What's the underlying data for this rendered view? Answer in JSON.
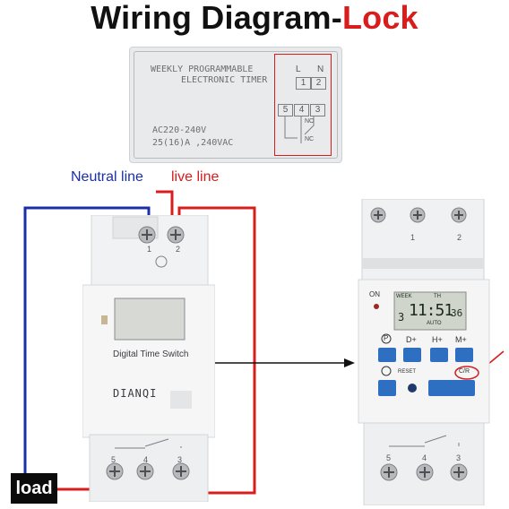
{
  "title": {
    "part1": "Wiring Diagram-",
    "part2": "Lock"
  },
  "plate": {
    "line1": "WEEKLY PROGRAMMABLE",
    "line2": "ELECTRONIC TIMER",
    "rating1": "AC220-240V",
    "rating2": "25(16)A ,240VAC",
    "term_L": "L",
    "term_N": "N",
    "t1": "1",
    "t2": "2",
    "t5": "5",
    "t4": "4",
    "t3": "3",
    "no": "NO",
    "nc": "NC"
  },
  "labels": {
    "neutral": "Neutral line",
    "live": "live line",
    "load": "load"
  },
  "left_device": {
    "term1": "1",
    "term2": "2",
    "name": "Digital Time Switch",
    "brand": "DIANQI",
    "term5": "5",
    "term4": "4",
    "term3": "3"
  },
  "right_device": {
    "term1": "1",
    "term2": "2",
    "on": "ON",
    "week": "WEEK",
    "th": "TH",
    "digit": "3",
    "time": "11:51",
    "sec": "36",
    "auto": "AUTO",
    "btn_p": "P",
    "btn_d": "D+",
    "btn_h": "H+",
    "btn_m": "M+",
    "reset": "RESET",
    "cr": "C/R",
    "term5": "5",
    "term4": "4",
    "term3": "3"
  },
  "colors": {
    "neutral": "#1b2fa6",
    "live": "#d91c1c",
    "button": "#2f6fc1"
  }
}
